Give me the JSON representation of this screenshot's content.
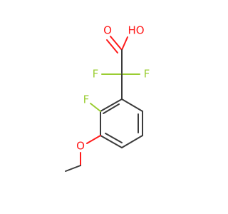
{
  "molecule": {
    "atoms": {
      "hydroxyl_label": "HO",
      "carbonyl_o_label": "O",
      "f_left_label": "F",
      "f_right_label": "F",
      "f_ring_label": "F",
      "methoxy_o_label": "O"
    },
    "colors": {
      "bond": "#3b3b3b",
      "oxygen": "#ff1a1a",
      "fluorine": "#9acd32"
    }
  }
}
